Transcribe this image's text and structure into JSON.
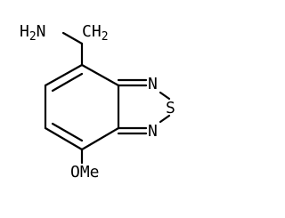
{
  "molecule": {
    "amine_group": {
      "main": "H",
      "subscript": "2",
      "tail": "N"
    },
    "methylene_group": {
      "main": "CH",
      "subscript": "2"
    },
    "ring_nitrogen_top": "N",
    "ring_sulfur": "S",
    "ring_nitrogen_bottom": "N",
    "methoxy_group": "OMe"
  },
  "colors": {
    "background": "#ffffff",
    "bond": "#000000",
    "text": "#000000"
  }
}
